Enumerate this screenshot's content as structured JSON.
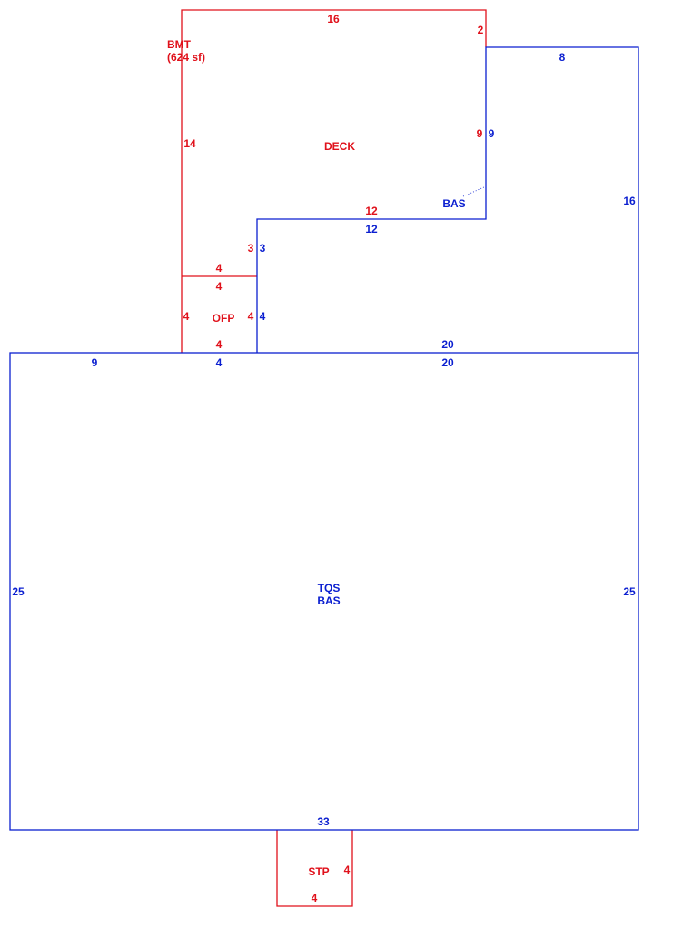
{
  "colors": {
    "primary": "#0b1fd0",
    "secondary": "#e0111b",
    "background": "#ffffff"
  },
  "areas": {
    "bmt_code": "BMT",
    "bmt_size": "(624 sf)",
    "deck": "DECK",
    "bas_upper": "BAS",
    "ofp": "OFP",
    "tqs": "TQS",
    "bas_main": "BAS",
    "stp": "STP"
  },
  "dimensions": {
    "deck_top": "16",
    "deck_right_top": "2",
    "deck_left": "14",
    "deck_right": "9",
    "deck_bottom": "12",
    "deck_step": "3",
    "ofp_top_outer": "4",
    "ofp_top_inner": "4",
    "ofp_left": "4",
    "ofp_right": "4",
    "ofp_bottom": "4",
    "bas_top": "8",
    "bas_left": "9",
    "bas_right": "16",
    "bas_step_top": "12",
    "bas_step": "3",
    "bas_ofp_side": "4",
    "bas_bottom": "20",
    "main_top_left": "9",
    "main_top_mid": "4",
    "main_top_right": "20",
    "main_left": "25",
    "main_right": "25",
    "main_bottom": "33",
    "stp_right": "4",
    "stp_bottom": "4"
  }
}
